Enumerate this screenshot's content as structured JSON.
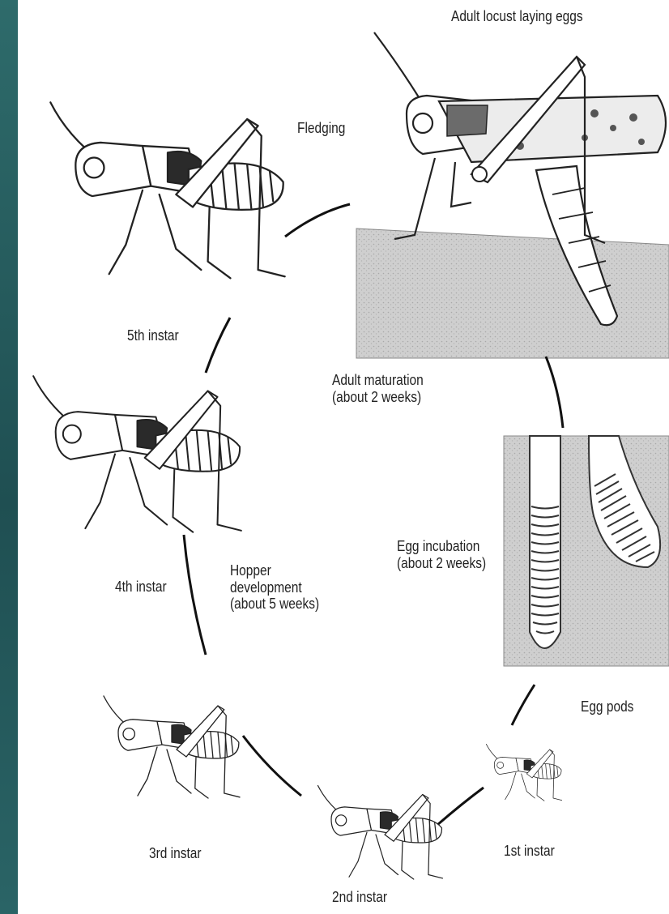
{
  "labels": {
    "adult_laying": "Adult locust laying eggs",
    "fledging": "Fledging",
    "fifth_instar": "5th instar",
    "adult_maturation_1": "Adult maturation",
    "adult_maturation_2": "(about 2 weeks)",
    "fourth_instar": "4th instar",
    "hopper_1": "Hopper",
    "hopper_2": "development",
    "hopper_3": "(about 5 weeks)",
    "egg_incubation_1": "Egg incubation",
    "egg_incubation_2": "(about 2 weeks)",
    "egg_pods": "Egg pods",
    "third_instar": "3rd instar",
    "second_instar": "2nd instar",
    "first_instar": "1st instar"
  },
  "colors": {
    "slide_edge": "#2e6b6b",
    "ground": "#c9c9c9",
    "ink": "#222222"
  },
  "icons": [
    "grasshopper-illustration",
    "egg-pod-illustration"
  ]
}
